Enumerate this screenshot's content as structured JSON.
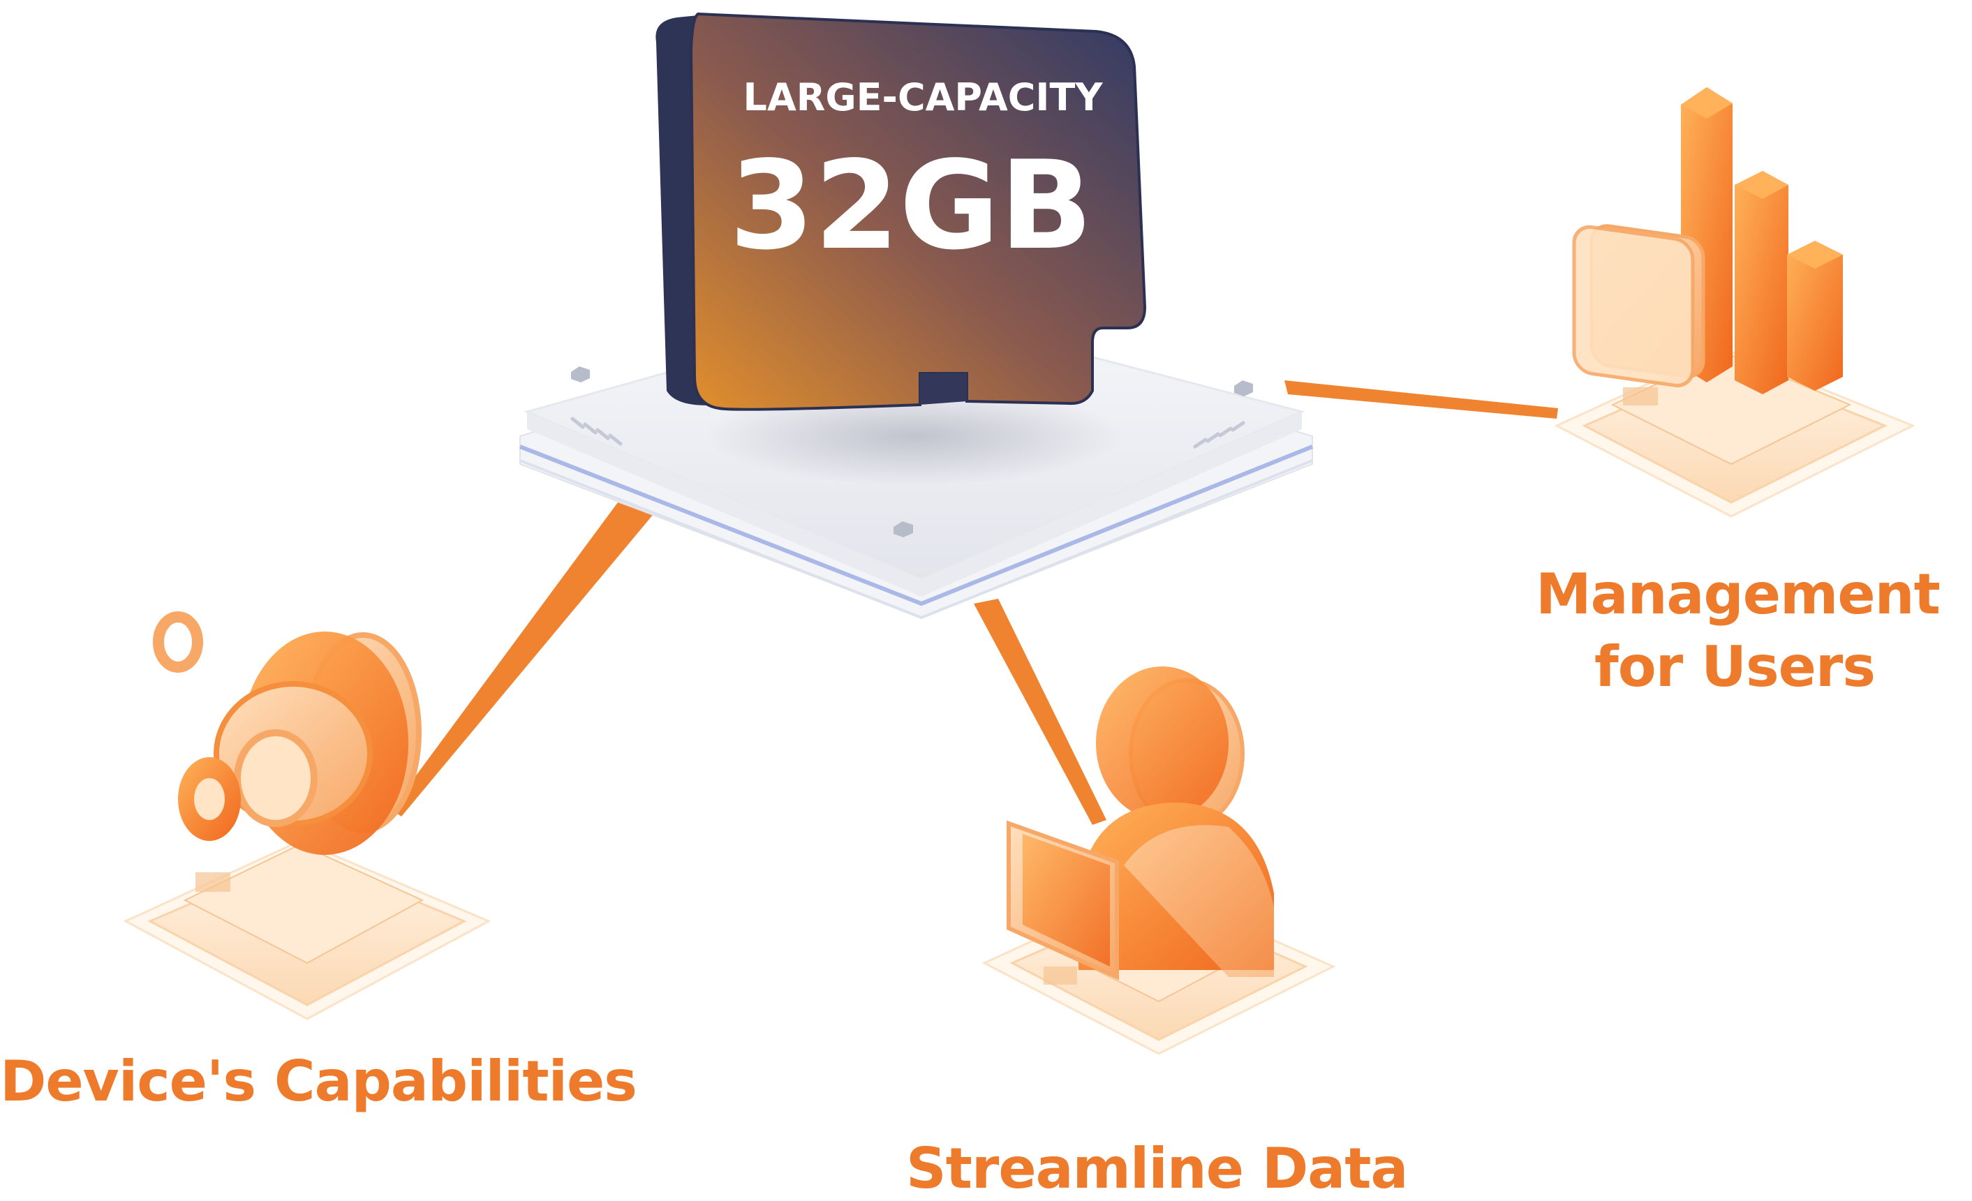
{
  "card": {
    "top_label": "LARGE-CAPACITY",
    "capacity": "32GB"
  },
  "nodes": {
    "devices": {
      "label": "Device's Capabilities",
      "icon": "speaker-waves-icon"
    },
    "streamline": {
      "label": "Streamline Data",
      "icon": "person-monitor-icon"
    },
    "management": {
      "label_line1": "Management",
      "label_line2": "for Users",
      "icon": "bar-chart-cards-icon"
    }
  },
  "colors": {
    "accent": "#EE7A2B",
    "connector": "#F08330",
    "card_dark": "#3B3F63",
    "card_warm": "#D9862E",
    "hub_light": "#EEF0F5",
    "hub_stripe": "#A9B8E6"
  }
}
